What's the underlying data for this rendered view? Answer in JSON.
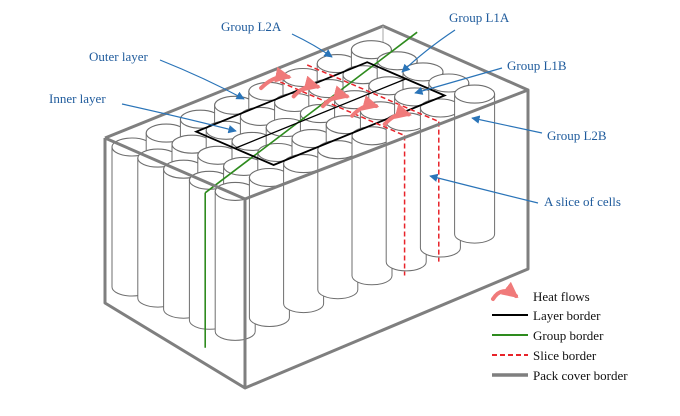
{
  "labels": {
    "group_l2a": "Group L2A",
    "group_l1a": "Group L1A",
    "outer_layer": "Outer layer",
    "group_l1b": "Group L1B",
    "inner_layer": "Inner layer",
    "group_l2b": "Group L2B",
    "slice_of_cells": "A slice of cells"
  },
  "legend": {
    "heat_flows": "Heat flows",
    "layer_border": "Layer border",
    "group_border": "Group border",
    "slice_border": "Slice border",
    "pack_cover_border": "Pack cover border"
  },
  "colors": {
    "label_text": "#1f5b9c",
    "annotation_arrow": "#2a74b8",
    "heat_flow": "#f07a7a",
    "layer_border": "#000000",
    "group_border": "#2e8b1e",
    "slice_border": "#e8232a",
    "pack_cover_border": "#7f7f7f",
    "cell_outline": "#6e6e6e"
  },
  "icons": {
    "heat_flow": "curved-arrow-icon"
  }
}
